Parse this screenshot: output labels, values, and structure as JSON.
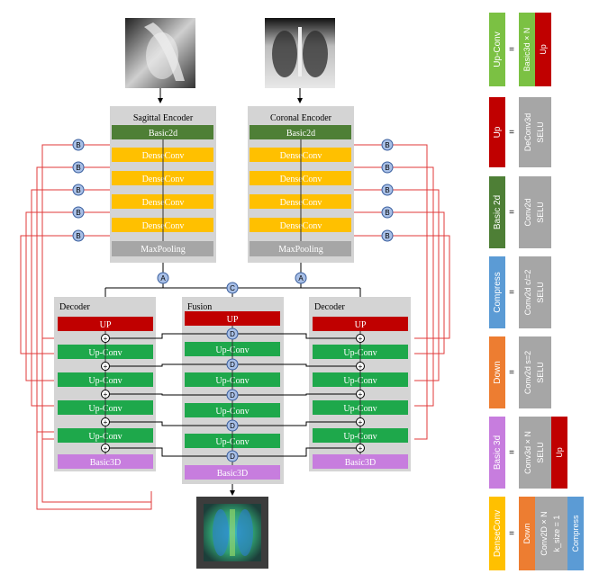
{
  "encoders": {
    "sagittal_title": "Sagittal Encoder",
    "coronal_title": "Coronal Encoder",
    "basic2d": "Basic2d",
    "dense": "DenseConv",
    "maxpool": "MaxPooling"
  },
  "decoder": {
    "title": "Decoder",
    "up": "UP",
    "upconv": "Up-Conv",
    "basic3d": "Basic3D"
  },
  "fusion": {
    "title": "Fusion",
    "up": "UP",
    "upconv": "Up-Conv",
    "basic3d": "Basic3D"
  },
  "markers": {
    "a": "A",
    "b": "B",
    "c": "C",
    "d": "D",
    "plus": "+"
  },
  "legend": {
    "equals": "=",
    "upconv": {
      "name": "Up-Conv",
      "parts": [
        "Basic3d × N",
        "Up"
      ]
    },
    "up": {
      "name": "Up",
      "parts": [
        "DeConv3d",
        "SELU"
      ]
    },
    "basic2d": {
      "name": "Basic 2d",
      "parts": [
        "Conv2d",
        "SELU"
      ]
    },
    "compress": {
      "name": "Compress",
      "parts": [
        "Conv2d c/=2",
        "SELU"
      ]
    },
    "down": {
      "name": "Down",
      "parts": [
        "Conv2d s=2",
        "SELU"
      ]
    },
    "basic3d": {
      "name": "Basic 3d",
      "parts": [
        "Conv3d × N",
        "SELU",
        "Up"
      ]
    },
    "denseconv": {
      "name": "DenseConv",
      "parts": [
        "Down",
        "Conv2D × N",
        "k_size = 1",
        "Compress"
      ]
    }
  },
  "colors": {
    "green_dark": "#4e7f36",
    "green": "#1ea84b",
    "light_green": "#7bc143",
    "yellow": "#ffc000",
    "red": "#c00000",
    "gray": "#a6a6a6",
    "panel": "#d4d4d4",
    "purple": "#c77dde",
    "blue": "#5b9bd5",
    "orange": "#ed7d31",
    "marker": "#a8bfe6"
  }
}
